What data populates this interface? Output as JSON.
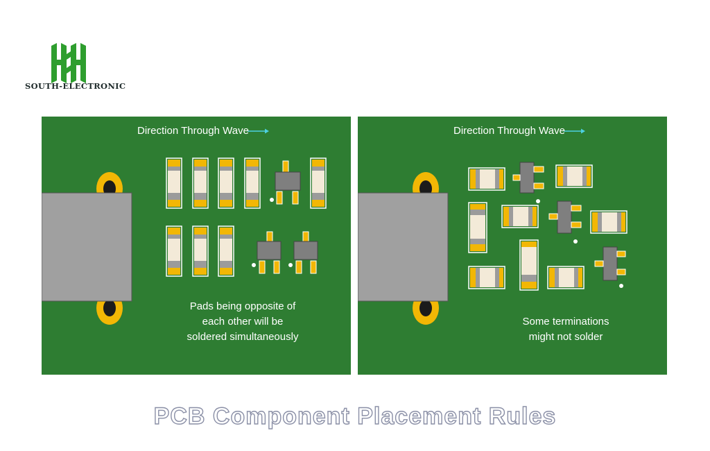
{
  "brand": {
    "name": "SOUTH-ELECTRONIC",
    "logo_icon": "south-electronic-logo-icon",
    "color": "#2e9e2e"
  },
  "panels": {
    "left": {
      "direction_label": "Direction Through Wave",
      "caption_line1": "Pads being opposite of",
      "caption_line2": "each other will be",
      "caption_line3": "soldered simultaneously"
    },
    "right": {
      "direction_label": "Direction Through Wave",
      "caption_line1": "Some terminations",
      "caption_line2": "might not solder"
    }
  },
  "title": "PCB Component Placement Rules",
  "colors": {
    "board": "#2e7d32",
    "pad": "#f2b705",
    "body": "#f3ead8",
    "band": "#9b9b9b",
    "connector": "#a0a0a0",
    "arrow": "#4dd0e1"
  }
}
